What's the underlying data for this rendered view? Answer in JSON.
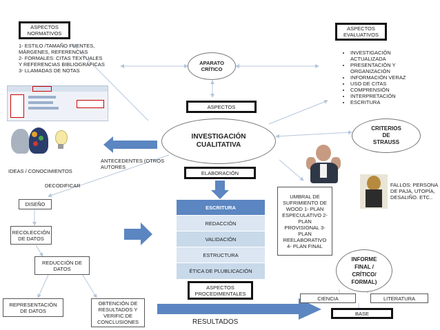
{
  "aspectos_normativos": {
    "title": "ASPECTOS NORMATIVOS",
    "items": [
      "1- ESTILO /TAMAÑO FUENTES, MÁRGENES, REFERENCIAS",
      "2- FORMALES: CITAS TEXTUALES Y REFERENCIAS BIBLIOGRÁFICAS",
      "3- LLAMADAS DE NOTAS"
    ]
  },
  "aspectos_evaluativos": {
    "title": "ASPECTOS EVALUATIVOS",
    "items": [
      "INVESTIGACIÓN ACTUALIZADA",
      "PRESENTACIÓN Y ORGANIZACIÓN",
      "INFORMACIÓN VERAZ",
      "USO DE CITAS",
      "COMPRENSIÓN",
      "INTERPRETACIÓN",
      "ESCRITURA"
    ]
  },
  "aparato_critico": "APARATO CRÍTICO",
  "aspectos_label": "ASPECTOS",
  "investigacion": "INVESTIGACIÓN CUALITATIVA",
  "elaboracion": "ELABORACIÓN",
  "antecedentes": "ANTECEDENTES (OTROS AUTORES",
  "criterios": "CRITERIOS DE STRAUSS",
  "ideas": "IDEAS / CONOCIMIENTOS",
  "decodificar": "DECODIFICAR",
  "diseno": "DISEÑO",
  "recoleccion": "RECOLECCIÓN DE DATOS",
  "reduccion": "REDUCCIÓN DE DATOS",
  "representacion": "REPRESENTACIÓN DE DATOS",
  "obtencion": "OBTENCIÓN DE RESULTADOS Y VERIFIC.DE CONCLUSIONES",
  "resultados": "RESULTADOS",
  "tabla": {
    "header": "ESCRITURA",
    "rows": [
      "REDACCIÓN",
      "VALIDACIÓN",
      "ESTRUCTURA",
      "ÉTICA DE PLUBLICACIÓN"
    ]
  },
  "aspectos_procedimentales": "ASPECTOS PROCEDIMENTALES",
  "umbral": "UMBRAL DE SUFRIMIENTO DE WOOD 1- PLAN ESPECULATIVO 2-PLAN PROVISIONAL 3- PLAN REELABORATIVO 4- PLAN FINAL",
  "fallos": "FALLOS: PERSONA DE PAJA, UTOPÍA, DESALIÑO. ETC..",
  "informe": "INFORME FINAL / CRÍTICO/ FORMAL)",
  "ciencia": "CIENCIA",
  "literatura": "LITERATURA",
  "base": "BASE",
  "colors": {
    "table_header": "#5b86c1",
    "arrow_fill": "#5b86c1",
    "line": "#b5c7dc"
  }
}
